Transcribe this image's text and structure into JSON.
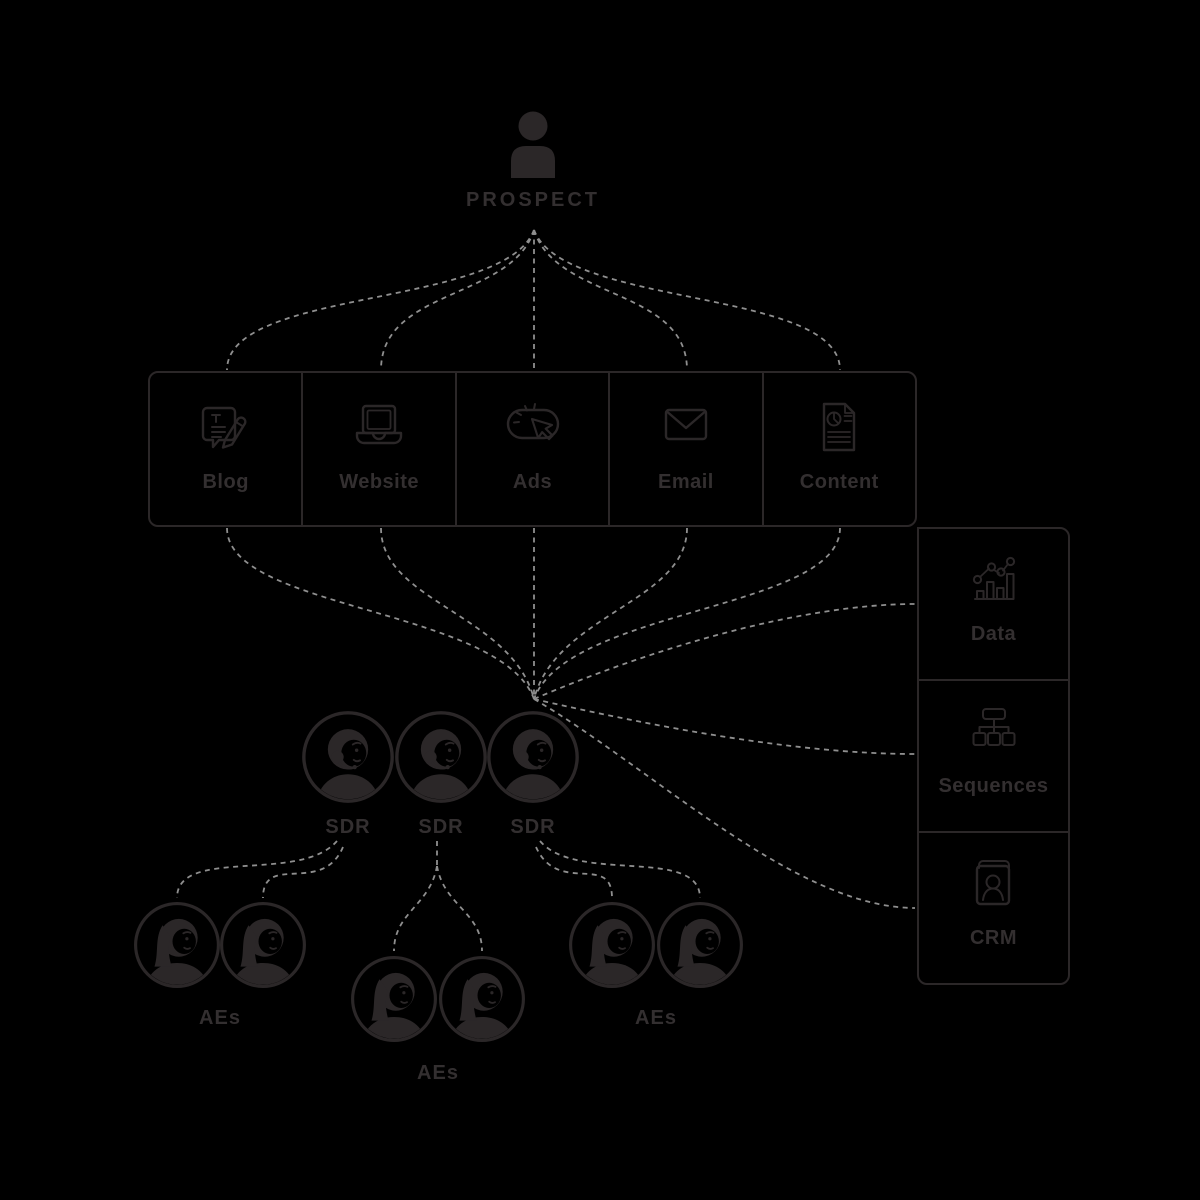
{
  "colors": {
    "background": "#000000",
    "ink": "#2b2728",
    "label_text": "#332f30",
    "connector_line": "#8f8f8f"
  },
  "prospect": {
    "label": "PROSPECT",
    "icon": "person-icon"
  },
  "channels": [
    {
      "id": "blog",
      "label": "Blog",
      "icon": "blog-note-pencil-icon"
    },
    {
      "id": "website",
      "label": "Website",
      "icon": "laptop-icon"
    },
    {
      "id": "ads",
      "label": "Ads",
      "icon": "cursor-click-pill-icon"
    },
    {
      "id": "email",
      "label": "Email",
      "icon": "envelope-icon"
    },
    {
      "id": "content",
      "label": "Content",
      "icon": "document-piechart-icon"
    }
  ],
  "tools": [
    {
      "id": "data",
      "label": "Data",
      "icon": "bar-line-chart-icon"
    },
    {
      "id": "sequences",
      "label": "Sequences",
      "icon": "org-tree-icon"
    },
    {
      "id": "crm",
      "label": "CRM",
      "icon": "contact-book-icon"
    }
  ],
  "sdrs": [
    {
      "label": "SDR",
      "icon": "headset-agent-avatar"
    },
    {
      "label": "SDR",
      "icon": "headset-agent-avatar"
    },
    {
      "label": "SDR",
      "icon": "headset-agent-avatar"
    }
  ],
  "ae_groups": [
    {
      "label": "AEs",
      "icon": "person-avatar-pair"
    },
    {
      "label": "AEs",
      "icon": "person-avatar-pair"
    },
    {
      "label": "AEs",
      "icon": "person-avatar-pair"
    }
  ]
}
